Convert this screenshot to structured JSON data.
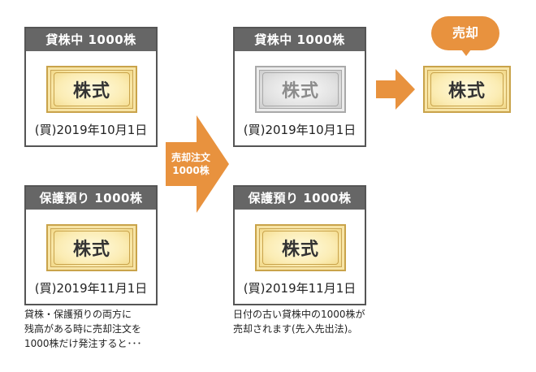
{
  "panels": {
    "left_top": {
      "header": "貸株中 1000株",
      "cert": "株式",
      "date": "(買)2019年10月1日"
    },
    "left_bottom": {
      "header": "保護預り 1000株",
      "cert": "株式",
      "date": "(買)2019年11月1日"
    },
    "mid_top": {
      "header": "貸株中 1000株",
      "cert": "株式",
      "date": "(買)2019年10月1日"
    },
    "mid_bottom": {
      "header": "保護預り 1000株",
      "cert": "株式",
      "date": "(買)2019年11月1日"
    }
  },
  "big_arrow": {
    "line1": "売却注文",
    "line2": "1000株"
  },
  "result": {
    "bubble": "売却",
    "cert": "株式"
  },
  "notes": {
    "left": [
      "貸株・保護預りの両方に",
      "残高がある時に売却注文を",
      "1000株だけ発注すると･･･"
    ],
    "mid": [
      "日付の古い貸株中の1000株が",
      "売却されます(先入先出法)。"
    ]
  },
  "colors": {
    "accent": "#e8923e",
    "header_bg": "#666666",
    "gold": "#c9a34a",
    "silver": "#a9a9a9"
  }
}
